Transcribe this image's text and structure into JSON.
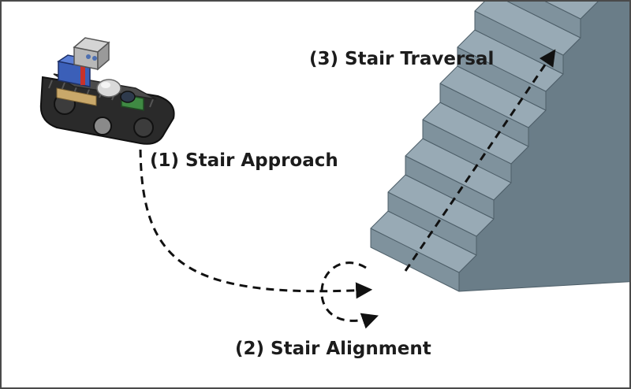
{
  "labels": {
    "approach": "(1) Stair Approach",
    "alignment": "(2) Stair Alignment",
    "traversal": "(3) Stair Traversal"
  },
  "colors": {
    "stair_top": "#98aab5",
    "stair_front": "#7f929d",
    "stair_side": "#6a7d88",
    "arrow": "#111111",
    "frame": "#4a4a4a"
  },
  "stairs": {
    "step_count": 10
  }
}
